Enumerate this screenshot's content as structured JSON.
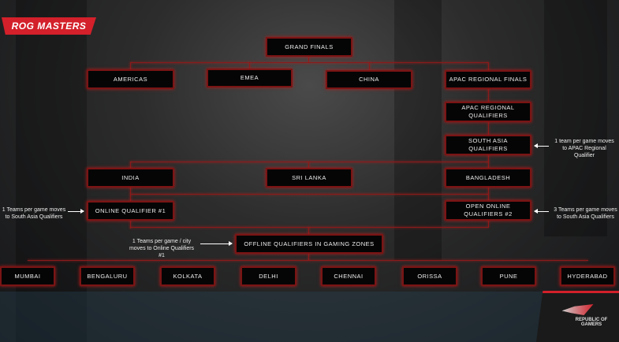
{
  "brand": {
    "title": "ROG MASTERS",
    "corner_logo": "REPUBLIC OF GAMERS"
  },
  "bracket": {
    "grand_finals": "GRAND FINALS",
    "americas": "AMERICAS",
    "emea": "EMEA",
    "china": "CHINA",
    "apac_finals": "APAC REGIONAL FINALS",
    "apac_qualifiers": "APAC REGIONAL QUALIFIERS",
    "south_asia": "SOUTH ASIA QUALIFIERS",
    "india": "INDIA",
    "sri_lanka": "SRI LANKA",
    "bangladesh": "BANGLADESH",
    "online_q1": "ONLINE QUALIFIER #1",
    "open_online_q2": "OPEN ONLINE QUALIFIERS #2",
    "offline": "OFFLINE QUALIFIERS IN GAMING ZONES",
    "cities": [
      "MUMBAI",
      "BENGALURU",
      "KOLKATA",
      "DELHI",
      "CHENNAI",
      "ORISSA",
      "PUNE",
      "HYDERABAD"
    ]
  },
  "notes": {
    "south_asia": "1 team per game moves to APAC Regional Qualifier",
    "online_q1": "1 Teams per game moves to South Asia Qualifiers",
    "open_q2": "3 Teams per game moves to South Asia Qualifiers",
    "offline": "1 Teams per game / city moves to Online Qualifiers #1"
  },
  "colors": {
    "accent": "#d3202a",
    "line": "#8b1a1a"
  }
}
